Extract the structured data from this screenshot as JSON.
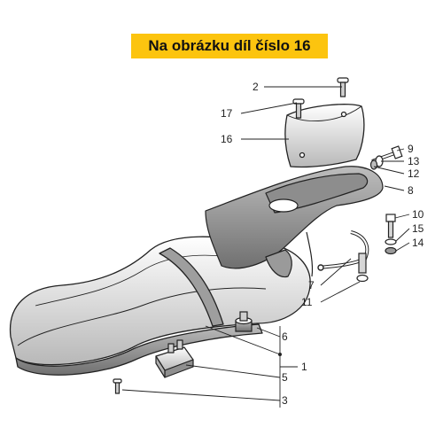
{
  "header": {
    "title": "Na obrázku díl číslo 16"
  },
  "callouts": {
    "n1": "1",
    "n2": "2",
    "n3": "3",
    "n5": "5",
    "n6": "6",
    "n7": "7",
    "n8": "8",
    "n9": "9",
    "n10": "10",
    "n11": "11",
    "n12": "12",
    "n13": "13",
    "n14": "14",
    "n15": "15",
    "n16": "16",
    "n17": "17"
  },
  "colors": {
    "banner": "#fcc40f",
    "line": "#222222",
    "fill": "#ffffff"
  }
}
